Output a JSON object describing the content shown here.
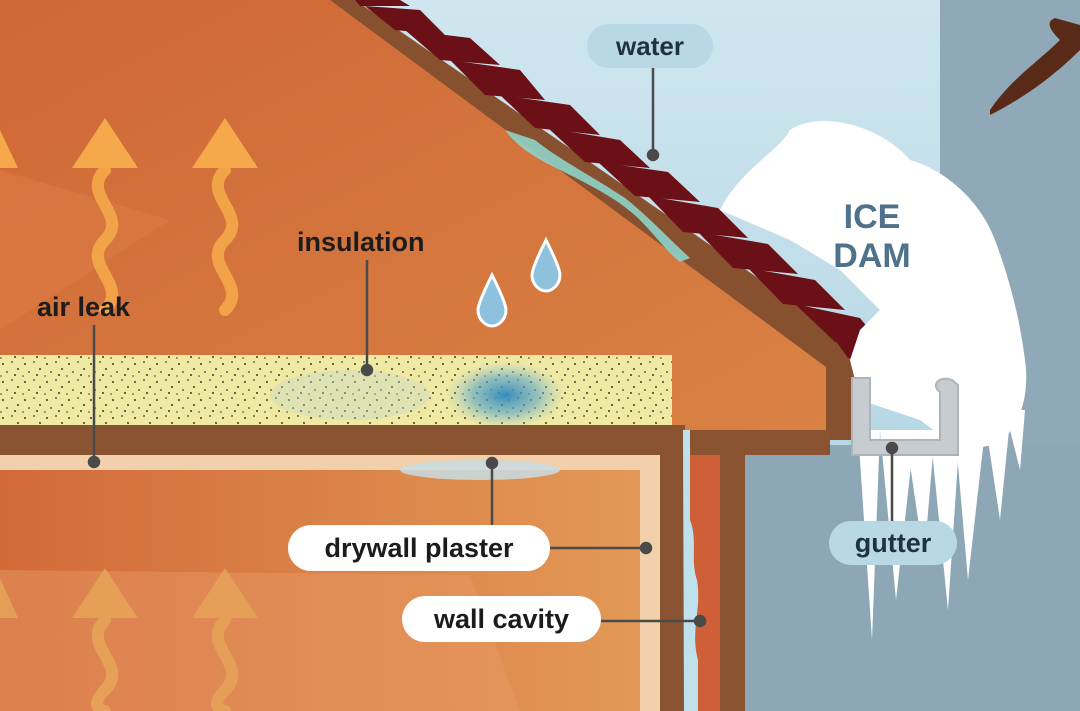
{
  "diagram": {
    "labels": {
      "water": "water",
      "ice_dam": "ICE DAM",
      "insulation": "insulation",
      "air_leak": "air leak",
      "drywall_plaster": "drywall plaster",
      "wall_cavity": "wall cavity",
      "gutter": "gutter"
    },
    "colors": {
      "attic_orange": "#d5743f",
      "roof_shingles": "#6b1017",
      "frame_brown": "#8a5433",
      "insulation_yellow": "#f1eaa5",
      "wet_spot_blue": "#3f93c2",
      "warm_air_arrow": "#f5a94a",
      "ice_white": "#ffffff",
      "sky_blue": "#b9d9e6",
      "exterior_wall_blue": "#8fa9b9",
      "label_pill_blue": "#b8d8e6"
    }
  }
}
